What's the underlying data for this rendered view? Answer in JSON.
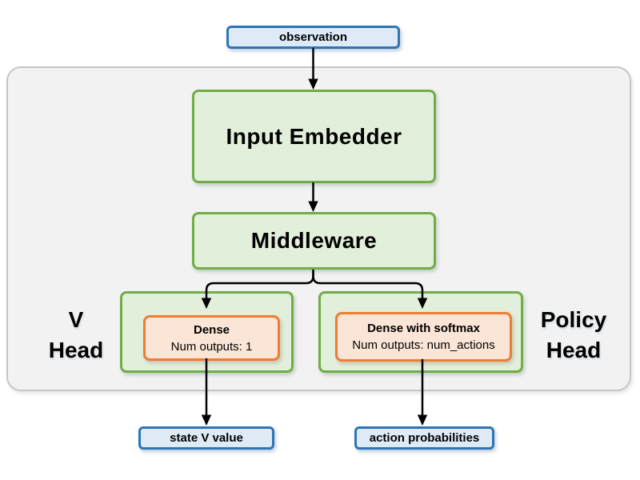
{
  "colors": {
    "blue_border": "#2E75B6",
    "blue_fill": "#DEEBF7",
    "green_border": "#70AD47",
    "green_fill": "#E2EFDA",
    "orange_border": "#ED7D31",
    "orange_fill": "#FBE5D6",
    "container_fill": "#F2F2F2",
    "container_border": "#C6C6C6",
    "arrow": "#000000",
    "text": "#000000"
  },
  "diagram": {
    "observation_label": "observation",
    "input_embedder_label": "Input Embedder",
    "middleware_label": "Middleware",
    "v_head": {
      "side_label_line1": "V",
      "side_label_line2": "Head",
      "dense_title": "Dense",
      "dense_subtitle": "Num outputs: 1",
      "output_label": "state V value"
    },
    "policy_head": {
      "side_label_line1": "Policy",
      "side_label_line2": "Head",
      "dense_title": "Dense with softmax",
      "dense_subtitle": "Num outputs: num_actions",
      "output_label": "action probabilities"
    }
  }
}
